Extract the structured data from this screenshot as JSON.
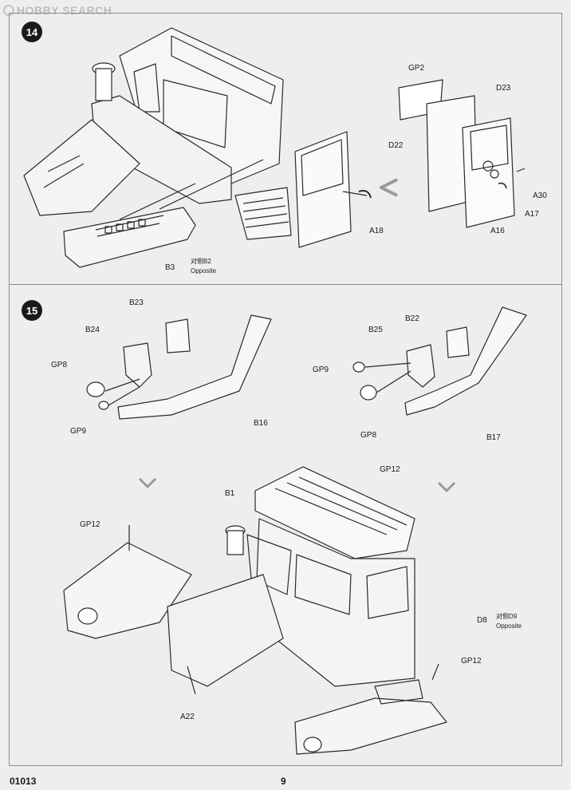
{
  "watermark": {
    "text": "HOBBY SEARCH"
  },
  "step14": {
    "number": "14",
    "labels": {
      "gp2": "GP2",
      "d23": "D23",
      "d22": "D22",
      "a30": "A30",
      "a17": "A17",
      "a16": "A16",
      "a18": "A18",
      "b3": "B3",
      "b2_jp": "对侧B2",
      "b2_en": "Opposite"
    }
  },
  "step15": {
    "number": "15",
    "labels": {
      "b23": "B23",
      "b24": "B24",
      "gp8_left": "GP8",
      "gp9_left": "GP9",
      "b16": "B16",
      "b25": "B25",
      "b22": "B22",
      "gp9_right": "GP9",
      "gp8_right": "GP8",
      "b17": "B17",
      "b1": "B1",
      "gp12_top": "GP12",
      "gp12_left": "GP12",
      "d8": "D8",
      "d9_jp": "对侧D9",
      "d9_en": "Opposite",
      "gp12_right": "GP12",
      "a22": "A22"
    }
  },
  "footer": {
    "code": "01013",
    "page": "9"
  }
}
